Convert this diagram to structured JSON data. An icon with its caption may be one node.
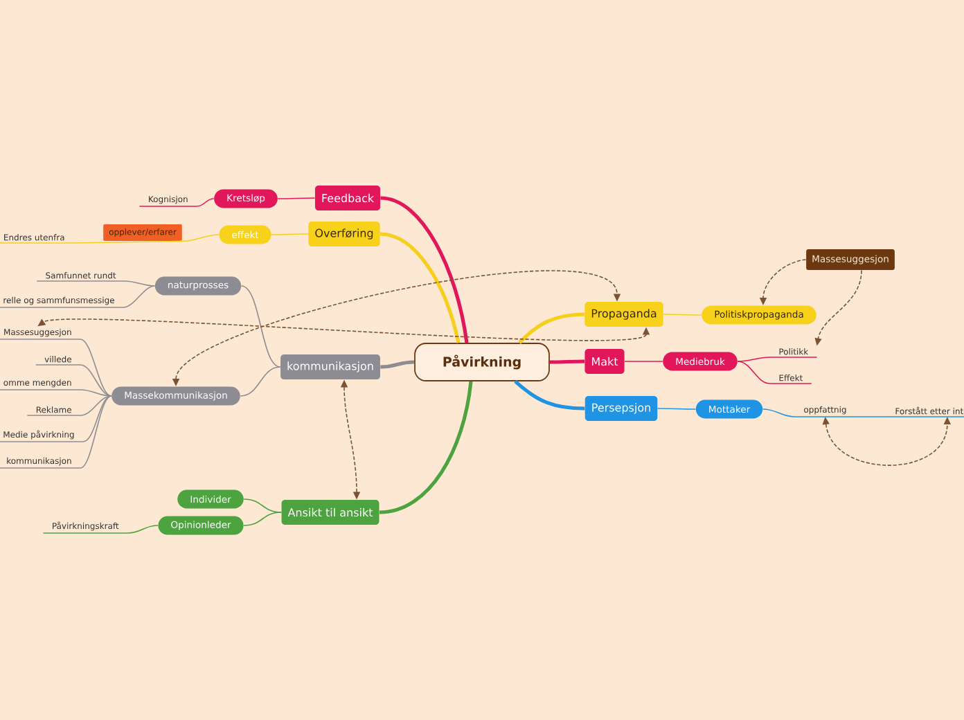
{
  "diagram": {
    "nodes": [
      {
        "text": [
          "Påvirkning"
        ]
      },
      {
        "text": [
          "Feedback"
        ]
      },
      {
        "text": [
          "Kretsløp"
        ]
      },
      {
        "text": [
          "Kognisjon"
        ]
      },
      {
        "text": [
          "Overføring"
        ]
      },
      {
        "text": [
          "effekt"
        ]
      },
      {
        "text": [
          "opplever/erfarer"
        ]
      },
      {
        "text": [
          "Endres utenfra"
        ]
      },
      {
        "text": [
          "kommunikasjon"
        ]
      },
      {
        "text": [
          "naturprosses"
        ]
      },
      {
        "text": [
          "Samfunnet rundt"
        ]
      },
      {
        "text": [
          "relle og sammfunsmessige"
        ]
      },
      {
        "text": [
          "Massekommunikasjon"
        ]
      },
      {
        "text": [
          "Massesuggesjon"
        ]
      },
      {
        "text": [
          "villede"
        ]
      },
      {
        "text": [
          "omme mengden"
        ]
      },
      {
        "text": [
          "Reklame"
        ]
      },
      {
        "text": [
          "Medie påvirkning"
        ]
      },
      {
        "text": [
          "kommunikasjon"
        ]
      },
      {
        "text": [
          "Ansikt til ansikt"
        ]
      },
      {
        "text": [
          "Individer"
        ]
      },
      {
        "text": [
          "Opinionleder"
        ]
      },
      {
        "text": [
          "Påvirkningskraft"
        ]
      },
      {
        "text": [
          "Propaganda"
        ]
      },
      {
        "text": [
          "Politiskpropaganda"
        ]
      },
      {
        "text": [
          "Massesuggesjon"
        ]
      },
      {
        "text": [
          "Makt"
        ]
      },
      {
        "text": [
          "Mediebruk"
        ]
      },
      {
        "text": [
          "Politikk"
        ]
      },
      {
        "text": [
          "Effekt"
        ]
      },
      {
        "text": [
          "Persepsjon"
        ]
      },
      {
        "text": [
          "Mottaker"
        ]
      },
      {
        "text": [
          "oppfattnig"
        ]
      },
      {
        "text": [
          "Forstått etter int"
        ]
      }
    ],
    "edges": [
      {
        "from": 0,
        "to": 1,
        "arrow": "none",
        "style": "thick",
        "color": "#e2175b"
      },
      {
        "from": 1,
        "to": 2,
        "arrow": "none",
        "color": "#e2175b"
      },
      {
        "from": 2,
        "to": 3,
        "arrow": "none",
        "color": "#e2175b"
      },
      {
        "from": 0,
        "to": 4,
        "arrow": "none",
        "style": "thick",
        "color": "#f5cf1c"
      },
      {
        "from": 4,
        "to": 5,
        "arrow": "none",
        "color": "#f5cf1c"
      },
      {
        "from": 5,
        "to": 6,
        "arrow": "none",
        "color": "#f5cf1c"
      },
      {
        "from": 6,
        "to": 7,
        "arrow": "none",
        "color": "#f5cf1c"
      },
      {
        "from": 0,
        "to": 8,
        "arrow": "none",
        "style": "thick",
        "color": "#8d8c92"
      },
      {
        "from": 8,
        "to": 9,
        "arrow": "none",
        "color": "#8d8c92"
      },
      {
        "from": 9,
        "to": 10,
        "arrow": "none",
        "color": "#8d8c92"
      },
      {
        "from": 9,
        "to": 11,
        "arrow": "none",
        "color": "#8d8c92"
      },
      {
        "from": 8,
        "to": 12,
        "arrow": "none",
        "color": "#8d8c92"
      },
      {
        "from": 12,
        "to": 13,
        "arrow": "none",
        "color": "#8d8c92"
      },
      {
        "from": 12,
        "to": 14,
        "arrow": "none",
        "color": "#8d8c92"
      },
      {
        "from": 12,
        "to": 15,
        "arrow": "none",
        "color": "#8d8c92"
      },
      {
        "from": 12,
        "to": 16,
        "arrow": "none",
        "color": "#8d8c92"
      },
      {
        "from": 12,
        "to": 17,
        "arrow": "none",
        "color": "#8d8c92"
      },
      {
        "from": 12,
        "to": 18,
        "arrow": "none",
        "color": "#8d8c92"
      },
      {
        "from": 0,
        "to": 19,
        "arrow": "none",
        "style": "thick",
        "color": "#4da33f"
      },
      {
        "from": 19,
        "to": 20,
        "arrow": "none",
        "color": "#4da33f"
      },
      {
        "from": 19,
        "to": 21,
        "arrow": "none",
        "color": "#4da33f"
      },
      {
        "from": 21,
        "to": 22,
        "arrow": "none",
        "color": "#4da33f"
      },
      {
        "from": 0,
        "to": 23,
        "arrow": "none",
        "style": "thick",
        "color": "#f5cf1c"
      },
      {
        "from": 23,
        "to": 24,
        "arrow": "none",
        "color": "#f5cf1c"
      },
      {
        "from": 0,
        "to": 26,
        "arrow": "none",
        "style": "thick",
        "color": "#e2175b"
      },
      {
        "from": 26,
        "to": 27,
        "arrow": "none",
        "color": "#e2175b"
      },
      {
        "from": 27,
        "to": 28,
        "arrow": "none",
        "color": "#e2175b"
      },
      {
        "from": 27,
        "to": 29,
        "arrow": "none",
        "color": "#e2175b"
      },
      {
        "from": 0,
        "to": 30,
        "arrow": "none",
        "style": "thick",
        "color": "#1f93e4"
      },
      {
        "from": 30,
        "to": 31,
        "arrow": "none",
        "color": "#1f93e4"
      },
      {
        "from": 31,
        "to": 32,
        "arrow": "none",
        "color": "#1f93e4"
      },
      {
        "from": 32,
        "to": 33,
        "arrow": "none",
        "color": "#1f93e4"
      },
      {
        "from": 12,
        "to": 23,
        "arrow": "both",
        "style": "dashed",
        "color": "#7b5334"
      },
      {
        "from": 23,
        "to": 13,
        "arrow": "both",
        "style": "dashed",
        "color": "#7b5334"
      },
      {
        "from": 8,
        "to": 19,
        "arrow": "both",
        "style": "dashed",
        "color": "#7b5334"
      },
      {
        "from": 25,
        "to": 24,
        "arrow": "to",
        "style": "dashed",
        "color": "#7b5334"
      },
      {
        "from": 25,
        "to": 28,
        "arrow": "to",
        "style": "dashed",
        "color": "#7b5334"
      },
      {
        "from": 32,
        "to": 33,
        "arrow": "both",
        "style": "dashed",
        "color": "#7b5334"
      }
    ]
  }
}
